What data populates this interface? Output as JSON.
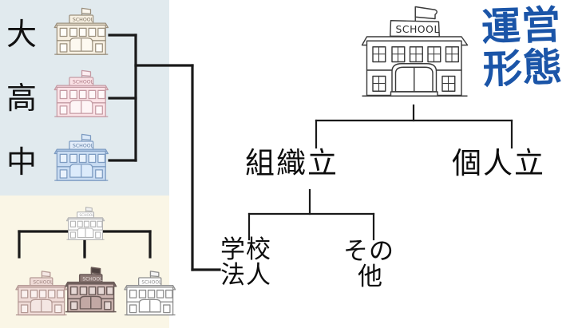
{
  "title": {
    "line1": "運営",
    "line2": "形態",
    "color": "#1b55a8",
    "full_text": "運営形態"
  },
  "panels": {
    "upper": {
      "name": "school-stage-panel",
      "color": "#e1eaee"
    },
    "lower": {
      "name": "school-founder-panel",
      "color": "#faf6e6"
    }
  },
  "stage_labels": [
    {
      "text": "大",
      "meaning": "university"
    },
    {
      "text": "高",
      "meaning": "high-school"
    },
    {
      "text": "中",
      "meaning": "middle-school"
    }
  ],
  "stage_schools": [
    {
      "name": "school-building-university",
      "fill": "#f7f0e2",
      "stroke": "#9a8f7d",
      "label": "SCHOOL"
    },
    {
      "name": "school-building-highschool",
      "fill": "#fbe3e7",
      "stroke": "#c49aa3",
      "label": "SCHOOL"
    },
    {
      "name": "school-building-middleschool",
      "fill": "#c9dcf2",
      "stroke": "#7d9bc1",
      "label": "SCHOOL"
    }
  ],
  "founder_cluster": {
    "parent": {
      "name": "school-building-generic",
      "fill": "#ffffff",
      "stroke": "#b4b4b4",
      "label": "SCHOOL"
    },
    "children": [
      {
        "name": "school-building-pink",
        "fill": "#f0dcd8",
        "stroke": "#b59a95",
        "label": "SCHOOL"
      },
      {
        "name": "school-building-brown",
        "fill": "#cdb5b1",
        "stroke": "#6b5b58",
        "label": "SCHOOL"
      },
      {
        "name": "school-building-white",
        "fill": "#ffffff",
        "stroke": "#8c8c8c",
        "label": "SCHOOL"
      }
    ]
  },
  "main_school": {
    "name": "school-building-main",
    "fill": "#ffffff",
    "stroke": "#3a3a3a",
    "label": "SCHOOL"
  },
  "tree": {
    "level1": [
      {
        "id": "soshikiritsu",
        "text": "組織立",
        "style": "single"
      },
      {
        "id": "kojinritsu",
        "text": "個人立",
        "style": "single"
      }
    ],
    "level2": [
      {
        "id": "gakkouhoujin",
        "line1": "学校",
        "line2": "法人",
        "full": "学校法人"
      },
      {
        "id": "sonota",
        "line1": "その",
        "line2": "他",
        "full": "その他"
      }
    ]
  },
  "line_color": "#1a1a1a"
}
